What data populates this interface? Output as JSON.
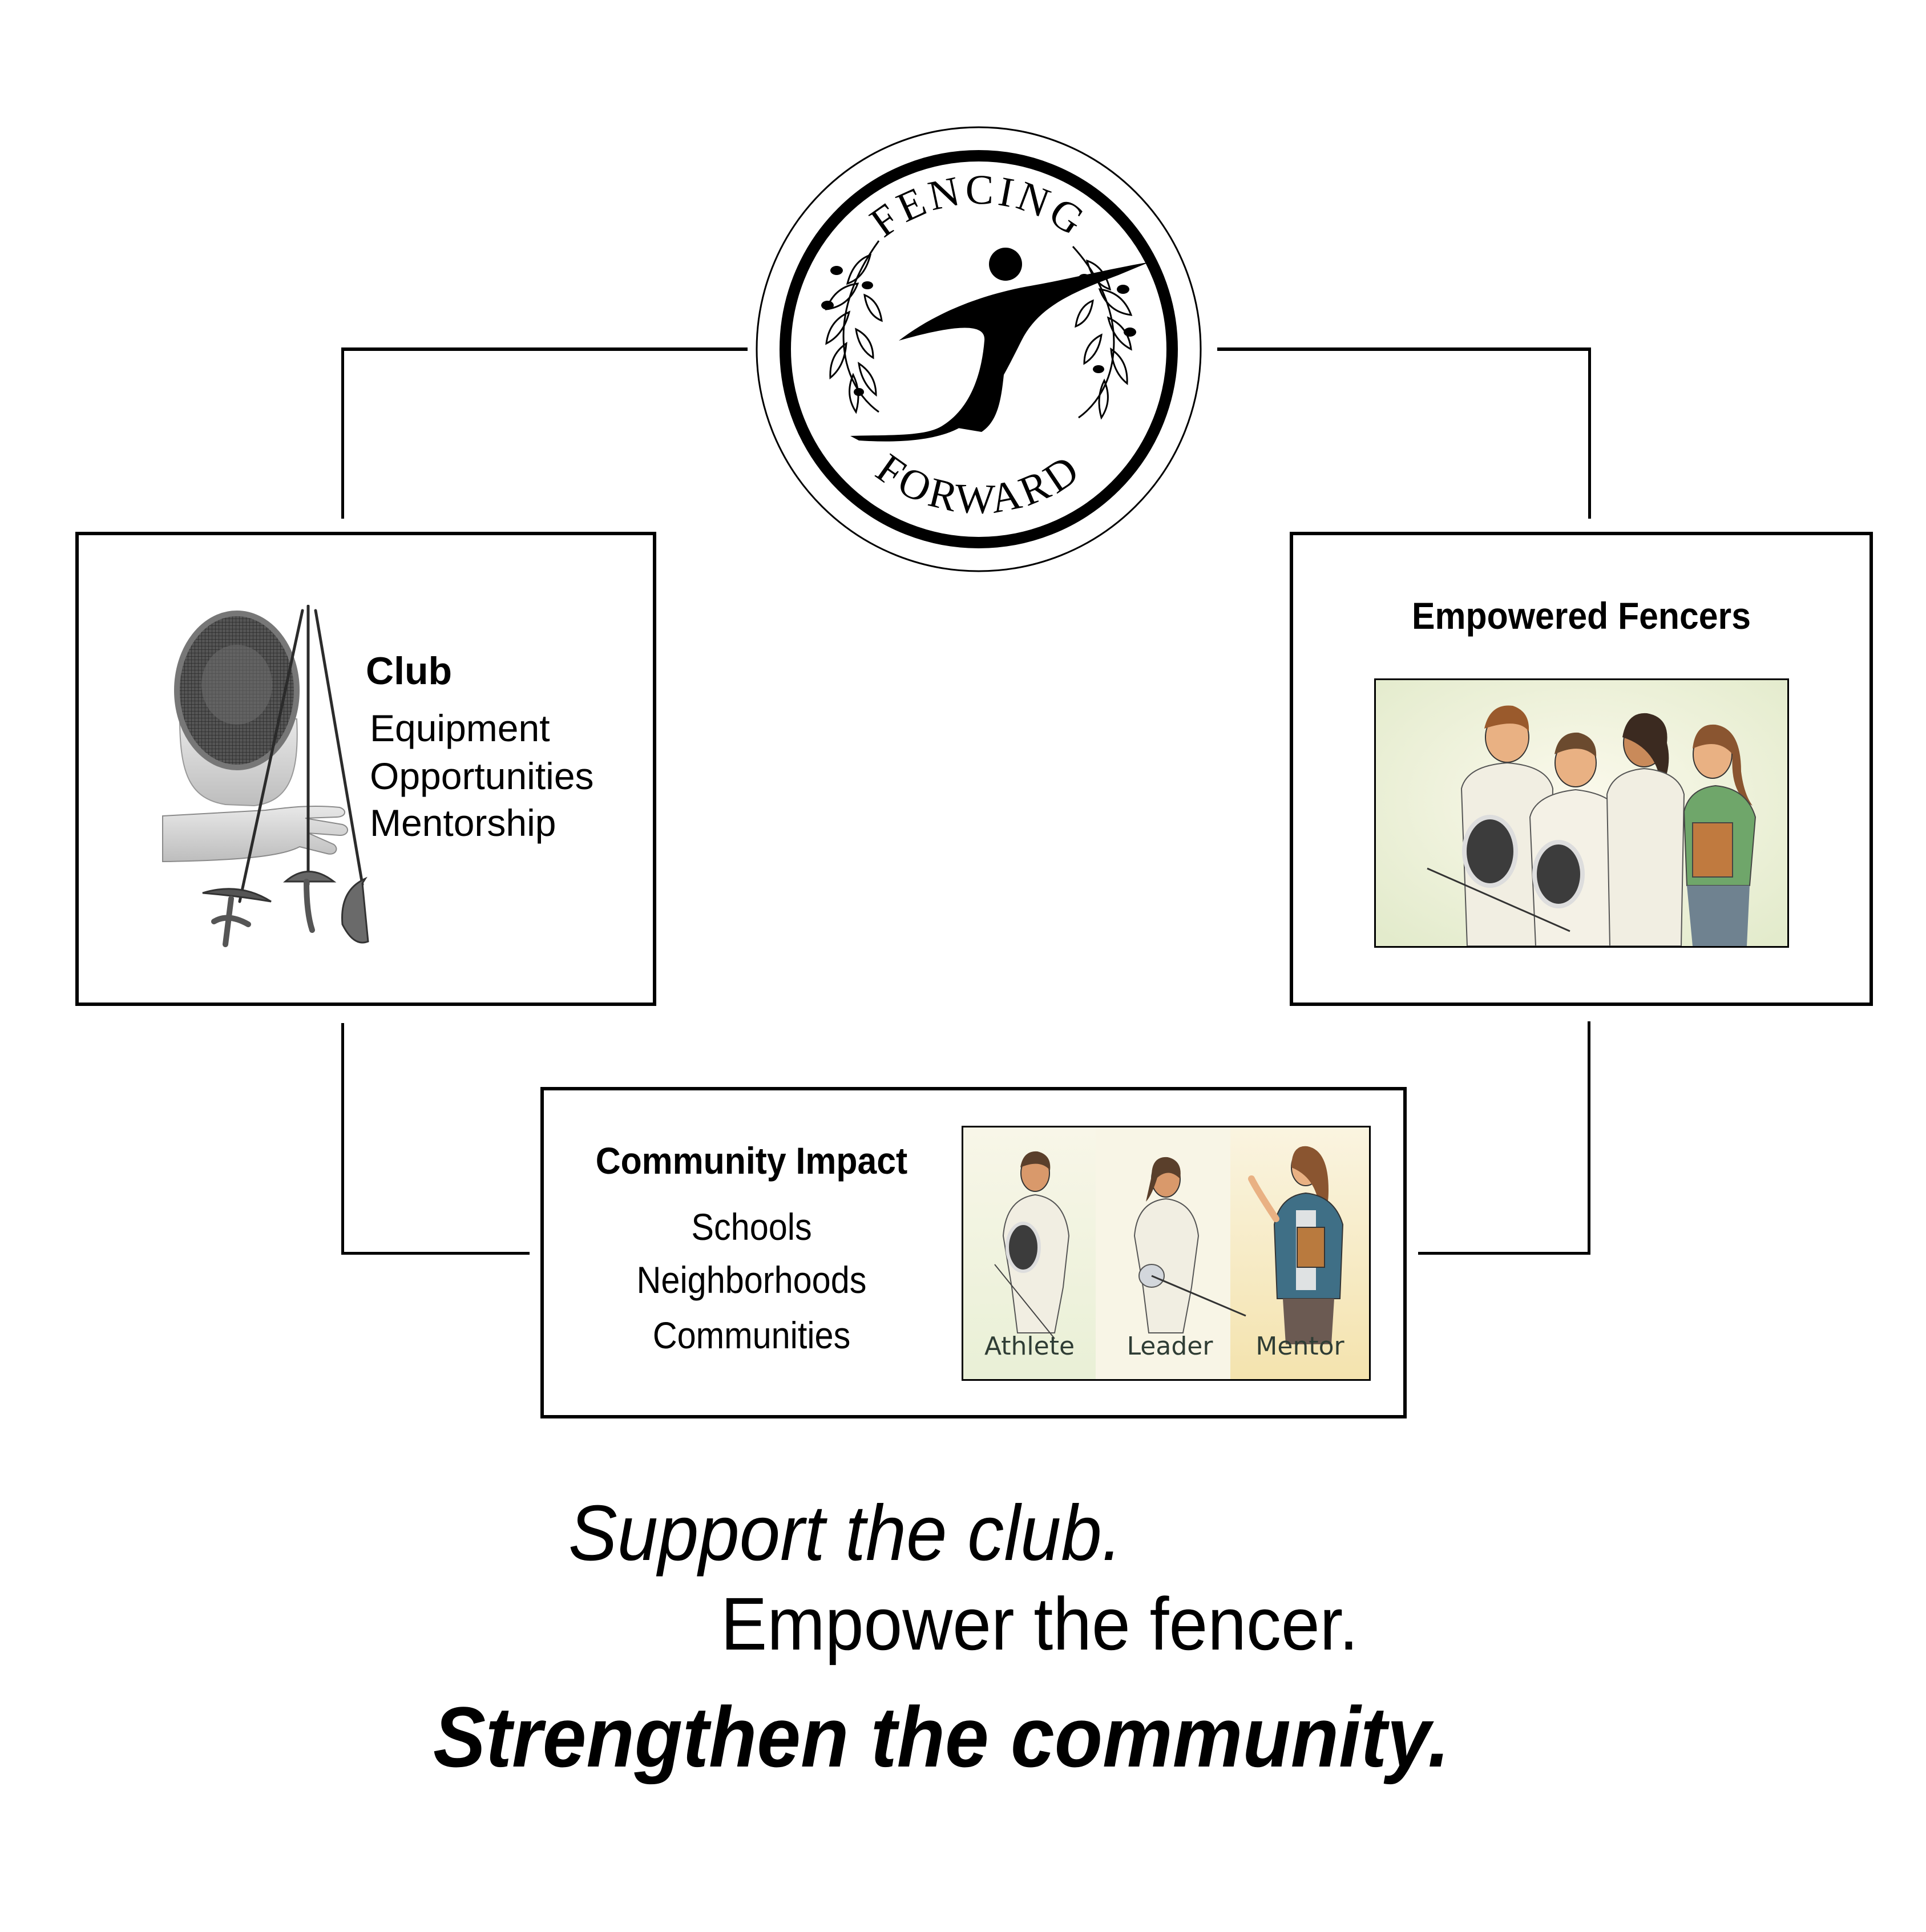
{
  "logo": {
    "top_text": "FENCING",
    "bottom_text": "FORWARD",
    "icon": "fencer-lunge-icon"
  },
  "club": {
    "title": "Club",
    "items": [
      "Equipment",
      "Opportunities",
      "Mentorship"
    ],
    "icon": "fencing-equipment-icon"
  },
  "empowered": {
    "title": "Empowered Fencers",
    "illustration": "group-of-fencers-illustration"
  },
  "community": {
    "title": "Community Impact",
    "items": [
      "Schools",
      "Neighborhoods",
      "Communities"
    ],
    "roles": [
      "Athlete",
      "Leader",
      "Mentor"
    ]
  },
  "tagline": {
    "line1": "Support the club.",
    "line2": "Empower the fencer.",
    "line3": "Strengthen the community."
  },
  "colors": {
    "line": "#000000",
    "role_label": "#2f3d35",
    "panel_green": "#eef3df",
    "panel_cream": "#f8f5e6",
    "panel_yellow": "#f6ebc6",
    "uniform": "#f1eee2",
    "jacket": "#3f6f86",
    "shirt_green": "#6fa66a"
  }
}
